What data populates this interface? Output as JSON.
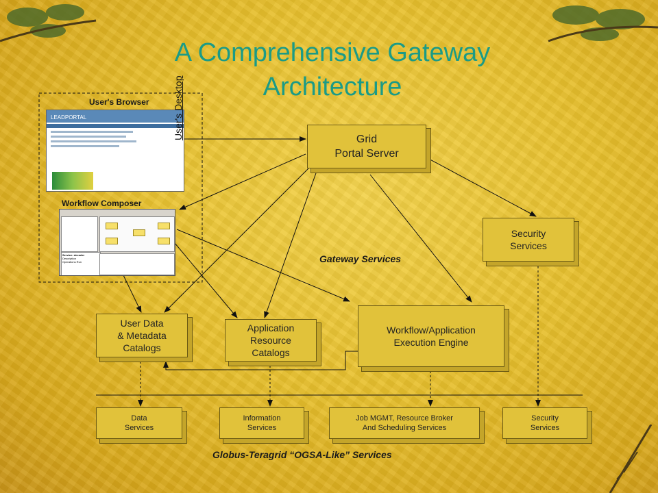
{
  "title": "A Comprehensive Gateway Architecture",
  "labels": {
    "users_browser": "User's Browser",
    "workflow_composer": "Workflow Composer",
    "users_desktop": "User's Desktop",
    "gateway_services": "Gateway Services",
    "globus_services": "Globus-Teragrid “OGSA-Like” Services"
  },
  "boxes": {
    "grid_portal": "Grid\nPortal Server",
    "security_top": "Security\nServices",
    "user_data": "User Data\n& Metadata\nCatalogs",
    "app_resource": "Application\nResource\nCatalogs",
    "workflow_engine": "Workflow/Application\nExecution Engine"
  },
  "bottom_boxes": {
    "data": "Data\nServices",
    "information": "Information\nServices",
    "job": "Job MGMT, Resource Broker\nAnd Scheduling Services",
    "security": "Security\nServices"
  },
  "browser_screenshot": {
    "logo": "LEADPORTAL"
  },
  "workflow_screenshot": {
    "service": "Service: decoder",
    "description": "Description",
    "operations": "Operations Run"
  }
}
